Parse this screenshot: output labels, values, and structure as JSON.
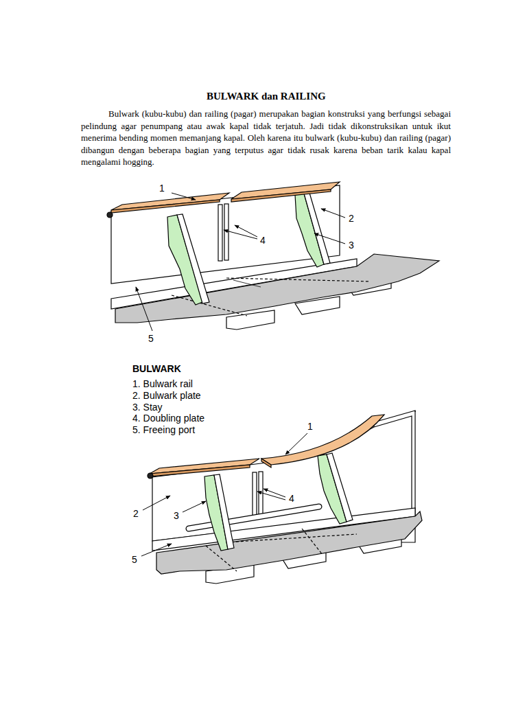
{
  "diagram": {
    "title": "BULWARK dan RAILING",
    "labels": [
      "Bulwark (kubu-kubu) dan railing (pagar) merupakan bagian konstruksi yang berfungsi sebagai pelindung agar penumpang atau awak kapal tidak terjatuh. Jadi tidak dikonstruksikan untuk ikut menerima bending momen memanjang kapal. Oleh karena itu bulwark (kubu-kubu) dan railing (pagar) dibangun dengan beberapa bagian yang terputus agar tidak rusak karena beban tarik kalau kapal mengalami hogging.",
      "1",
      "2",
      "4",
      "3",
      "5",
      "BULWARK",
      "1. Bulwark rail",
      "2. Bulwark plate",
      "3. Stay",
      "4. Doubling plate",
      "5. Freeing port",
      "1",
      "4",
      "2",
      "3",
      "5"
    ]
  }
}
